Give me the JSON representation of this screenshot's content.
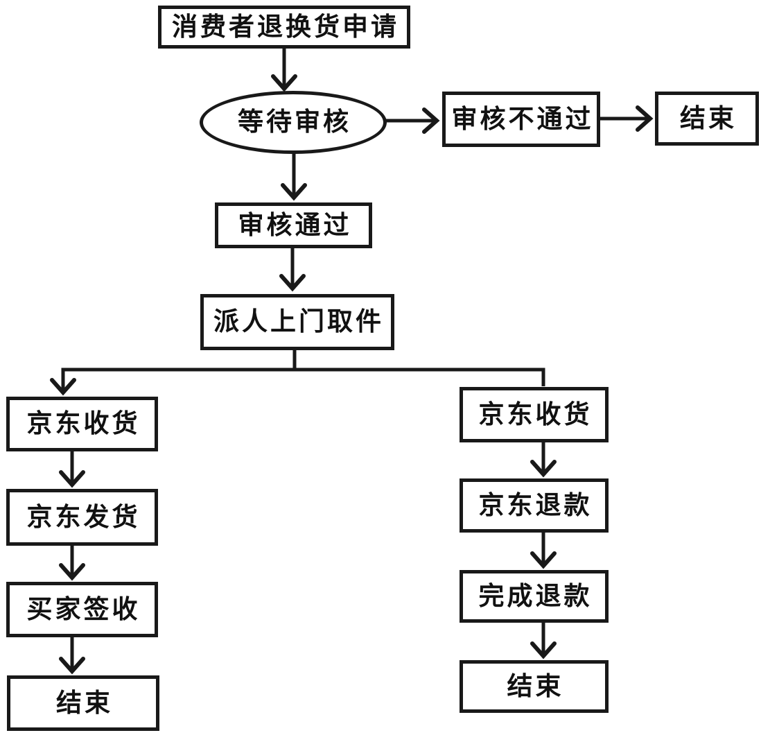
{
  "theme": {
    "background": "#ffffff",
    "line_color": "#191919",
    "text_color": "#111111"
  },
  "flowchart": {
    "nodes": {
      "apply": {
        "label": "消费者退换货申请",
        "shape": "rect"
      },
      "wait_review": {
        "label": "等待审核",
        "shape": "ellipse"
      },
      "review_rejected": {
        "label": "审核不通过",
        "shape": "rect"
      },
      "end_rejected": {
        "label": "结束",
        "shape": "rect"
      },
      "review_passed": {
        "label": "审核通过",
        "shape": "rect"
      },
      "pickup": {
        "label": "派人上门取件",
        "shape": "rect"
      },
      "jd_receive_exchange": {
        "label": "京东收货",
        "shape": "rect"
      },
      "jd_ship": {
        "label": "京东发货",
        "shape": "rect"
      },
      "buyer_sign": {
        "label": "买家签收",
        "shape": "rect"
      },
      "end_exchange": {
        "label": "结束",
        "shape": "rect"
      },
      "jd_receive_refund": {
        "label": "京东收货",
        "shape": "rect"
      },
      "jd_refund": {
        "label": "京东退款",
        "shape": "rect"
      },
      "refund_complete": {
        "label": "完成退款",
        "shape": "rect"
      },
      "end_refund": {
        "label": "结束",
        "shape": "rect"
      }
    },
    "edges": [
      {
        "from": "apply",
        "to": "wait_review",
        "arrow": true
      },
      {
        "from": "wait_review",
        "to": "review_rejected",
        "arrow": true
      },
      {
        "from": "review_rejected",
        "to": "end_rejected",
        "arrow": true
      },
      {
        "from": "wait_review",
        "to": "review_passed",
        "arrow": true
      },
      {
        "from": "review_passed",
        "to": "pickup",
        "arrow": true
      },
      {
        "from": "pickup",
        "to": "jd_receive_exchange",
        "arrow": true
      },
      {
        "from": "pickup",
        "to": "jd_receive_refund",
        "arrow": false
      },
      {
        "from": "jd_receive_exchange",
        "to": "jd_ship",
        "arrow": true
      },
      {
        "from": "jd_ship",
        "to": "buyer_sign",
        "arrow": true
      },
      {
        "from": "buyer_sign",
        "to": "end_exchange",
        "arrow": true
      },
      {
        "from": "jd_receive_refund",
        "to": "jd_refund",
        "arrow": true
      },
      {
        "from": "jd_refund",
        "to": "refund_complete",
        "arrow": true
      },
      {
        "from": "refund_complete",
        "to": "end_refund",
        "arrow": true
      }
    ]
  }
}
